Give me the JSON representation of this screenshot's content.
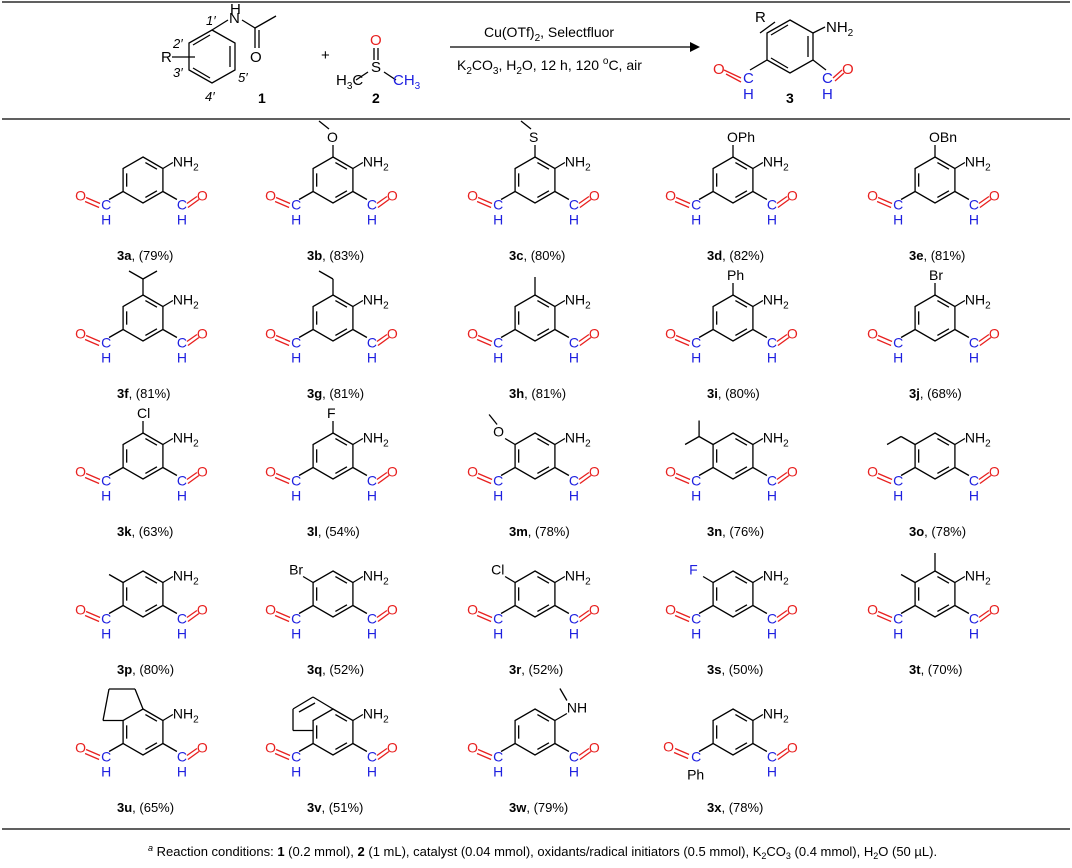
{
  "scheme": {
    "reactant1": {
      "number": "1",
      "substituent": "R",
      "nh": "N",
      "h": "H",
      "oxygen": "O",
      "positions": [
        "1′",
        "2′",
        "3′",
        "4′",
        "5′"
      ]
    },
    "plus": "+",
    "reactant2": {
      "number": "2",
      "oxygen": "O",
      "sulfur": "S",
      "ch3": "CH",
      "sub3": "3"
    },
    "conditions": {
      "line1_a": "Cu(OTf)",
      "line1_sub": "2",
      "line1_b": ", Selectfluor",
      "line2_a": "K",
      "line2_sub": "2",
      "line2_b": "CO",
      "line2_sub2": "3",
      "line2_c": ", H",
      "line2_sub3": "2",
      "line2_d": "O, 12 h, 120 ",
      "line2_sup": "o",
      "line2_e": "C, air"
    },
    "product": {
      "number": "3",
      "substituent": "R"
    }
  },
  "atoms": {
    "nh2": "NH",
    "nh2_sub": "2",
    "nh": "NH",
    "o": "O",
    "h": "H",
    "c": "C",
    "ome": "O",
    "sme": "S",
    "oph": "OPh",
    "obn": "OBn",
    "ph": "Ph",
    "br": "Br",
    "cl": "Cl",
    "f": "F"
  },
  "compounds": [
    {
      "id": "3a",
      "yield": ", (79%)"
    },
    {
      "id": "3b",
      "yield": ", (83%)"
    },
    {
      "id": "3c",
      "yield": ", (80%)"
    },
    {
      "id": "3d",
      "yield": ", (82%)"
    },
    {
      "id": "3e",
      "yield": ", (81%)"
    },
    {
      "id": "3f",
      "yield": ", (81%)"
    },
    {
      "id": "3g",
      "yield": ", (81%)"
    },
    {
      "id": "3h",
      "yield": ", (81%)"
    },
    {
      "id": "3i",
      "yield": ", (80%)"
    },
    {
      "id": "3j",
      "yield": ", (68%)"
    },
    {
      "id": "3k",
      "yield": ", (63%)"
    },
    {
      "id": "3l",
      "yield": ", (54%)"
    },
    {
      "id": "3m",
      "yield": ", (78%)"
    },
    {
      "id": "3n",
      "yield": ", (76%)"
    },
    {
      "id": "3o",
      "yield": ", (78%)"
    },
    {
      "id": "3p",
      "yield": ", (80%)"
    },
    {
      "id": "3q",
      "yield": ", (52%)"
    },
    {
      "id": "3r",
      "yield": ", (52%)"
    },
    {
      "id": "3s",
      "yield": ", (50%)"
    },
    {
      "id": "3t",
      "yield": ", (70%)"
    },
    {
      "id": "3u",
      "yield": ", (65%)"
    },
    {
      "id": "3v",
      "yield": ", (51%)"
    },
    {
      "id": "3w",
      "yield": ", (79%)"
    },
    {
      "id": "3x",
      "yield": ", (78%)"
    }
  ],
  "footnote": {
    "mark": "a",
    "t1": " Reaction conditions: ",
    "b1": "1",
    "t2": " (0.2 mmol), ",
    "b2": "2",
    "t3": " (1 mL), catalyst (0.04 mmol), oxidants/radical initiators (0.5 mmol),  K",
    "s1": "2",
    "t4": "CO",
    "s2": "3",
    "t5": " (0.4 mmol), H",
    "s3": "2",
    "t6": "O (50 µL)."
  },
  "colors": {
    "oxygen": "#e8201f",
    "nitrogen": "#1f21e0",
    "bond": "#000000",
    "rule": "#000000"
  }
}
